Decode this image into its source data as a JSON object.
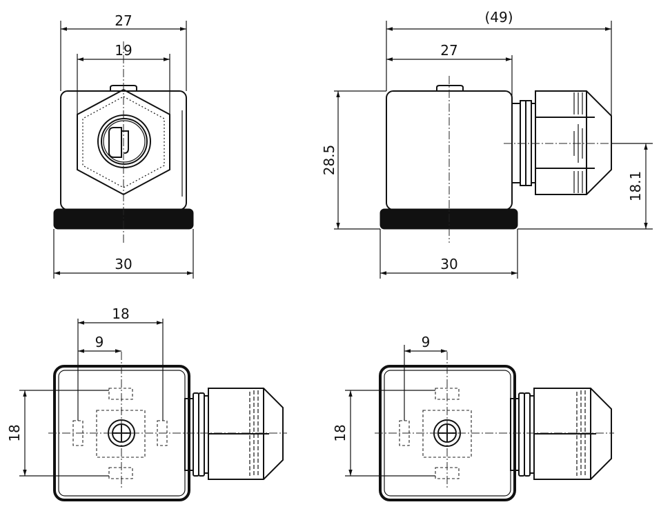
{
  "dimensions": {
    "front_top_width": "27",
    "front_hex_width": "19",
    "front_base_width": "30",
    "side_overall_width": "(49)",
    "side_body_width": "27",
    "side_height": "28.5",
    "side_cable_height": "18.1",
    "side_base_width": "30",
    "bottom_left_pin_span": "18",
    "bottom_left_pin_offset": "9",
    "bottom_left_height": "18",
    "bottom_right_pin_offset": "9",
    "bottom_right_height": "18"
  },
  "colors": {
    "line": "#111111",
    "background": "#ffffff"
  }
}
